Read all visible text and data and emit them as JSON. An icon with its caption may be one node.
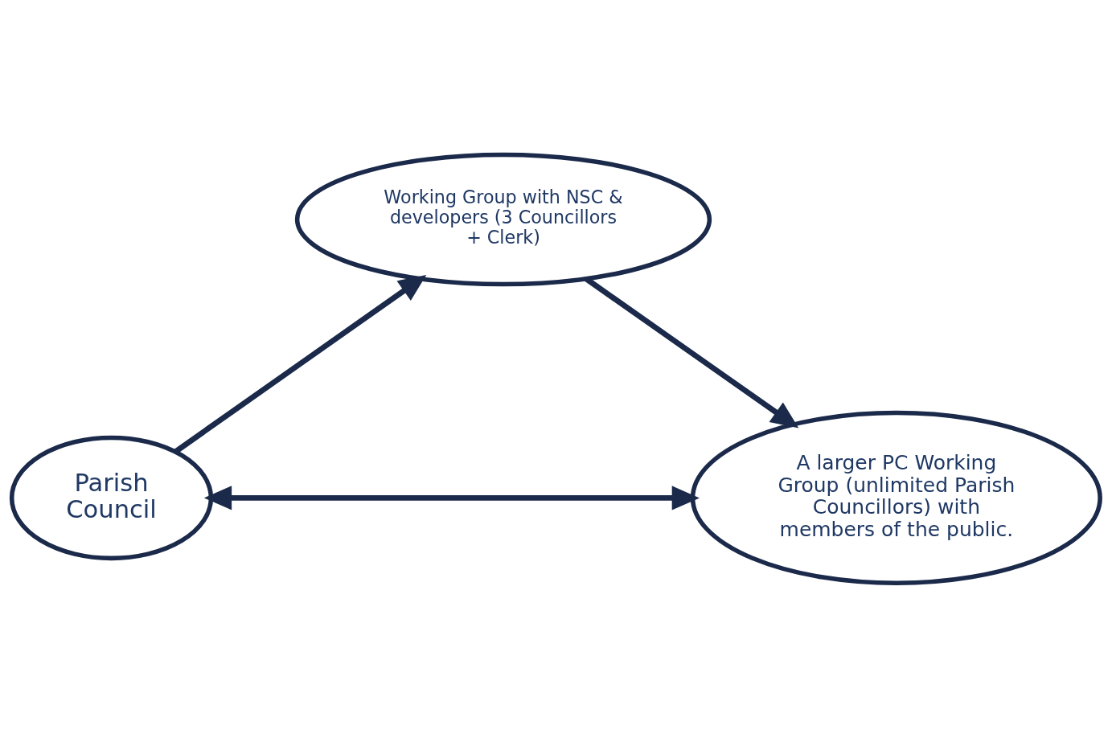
{
  "diagram": {
    "nodes": [
      {
        "text": [
          "Working Group with NSC & developers (3 Councillors + Clerk)"
        ]
      },
      {
        "text": [
          "Parish Council"
        ]
      },
      {
        "text": [
          "A larger PC Working Group (unlimited Parish Councillors) with members of the public."
        ]
      }
    ],
    "edges": [
      {
        "from": 1,
        "to": 0,
        "arrow": "to"
      },
      {
        "from": 0,
        "to": 2,
        "arrow": "to"
      },
      {
        "from": 1,
        "to": 2,
        "arrow": "both"
      }
    ]
  }
}
